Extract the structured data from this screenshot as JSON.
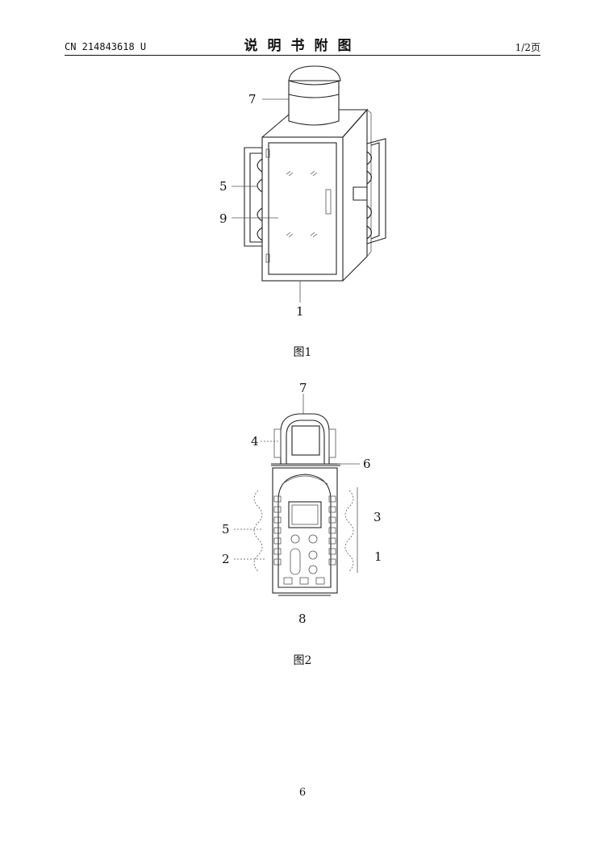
{
  "header": {
    "pub_number": "CN 214843618 U",
    "title": "说明书附图",
    "page_indicator": "1/2页"
  },
  "figure1": {
    "caption": "图1",
    "labels": {
      "l7": "7",
      "l5": "5",
      "l9": "9",
      "l1": "1"
    }
  },
  "figure2": {
    "caption": "图2",
    "labels": {
      "l7": "7",
      "l4": "4",
      "l6": "6",
      "l5": "5",
      "l3": "3",
      "l2": "2",
      "l1": "1",
      "l8": "8"
    }
  },
  "footer": {
    "page_number": "6"
  }
}
